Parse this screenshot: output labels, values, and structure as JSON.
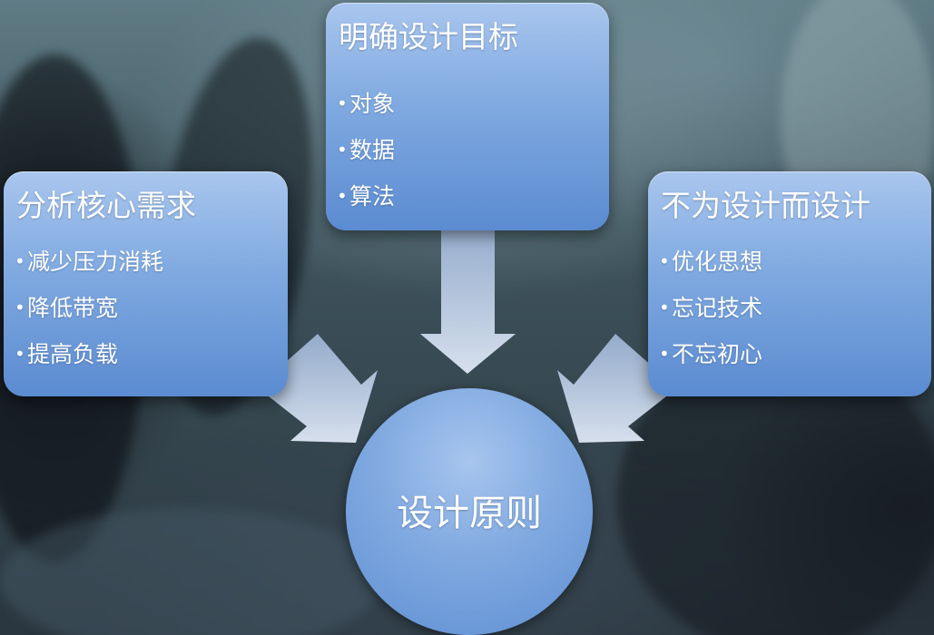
{
  "center": {
    "label": "设计原则"
  },
  "boxes": [
    {
      "title": "分析核心需求",
      "items": [
        "减少压力消耗",
        "降低带宽",
        "提高负载"
      ]
    },
    {
      "title": "明确设计目标",
      "items": [
        "对象",
        "数据",
        "算法"
      ]
    },
    {
      "title": "不为设计而设计",
      "items": [
        "优化思想",
        "忘记技术",
        "不忘初心"
      ]
    }
  ],
  "colors": {
    "box_top": "#a9c6ee",
    "box_bottom": "#5b8bd1",
    "arrow": "#c8d7ee",
    "text": "#ffffff"
  }
}
